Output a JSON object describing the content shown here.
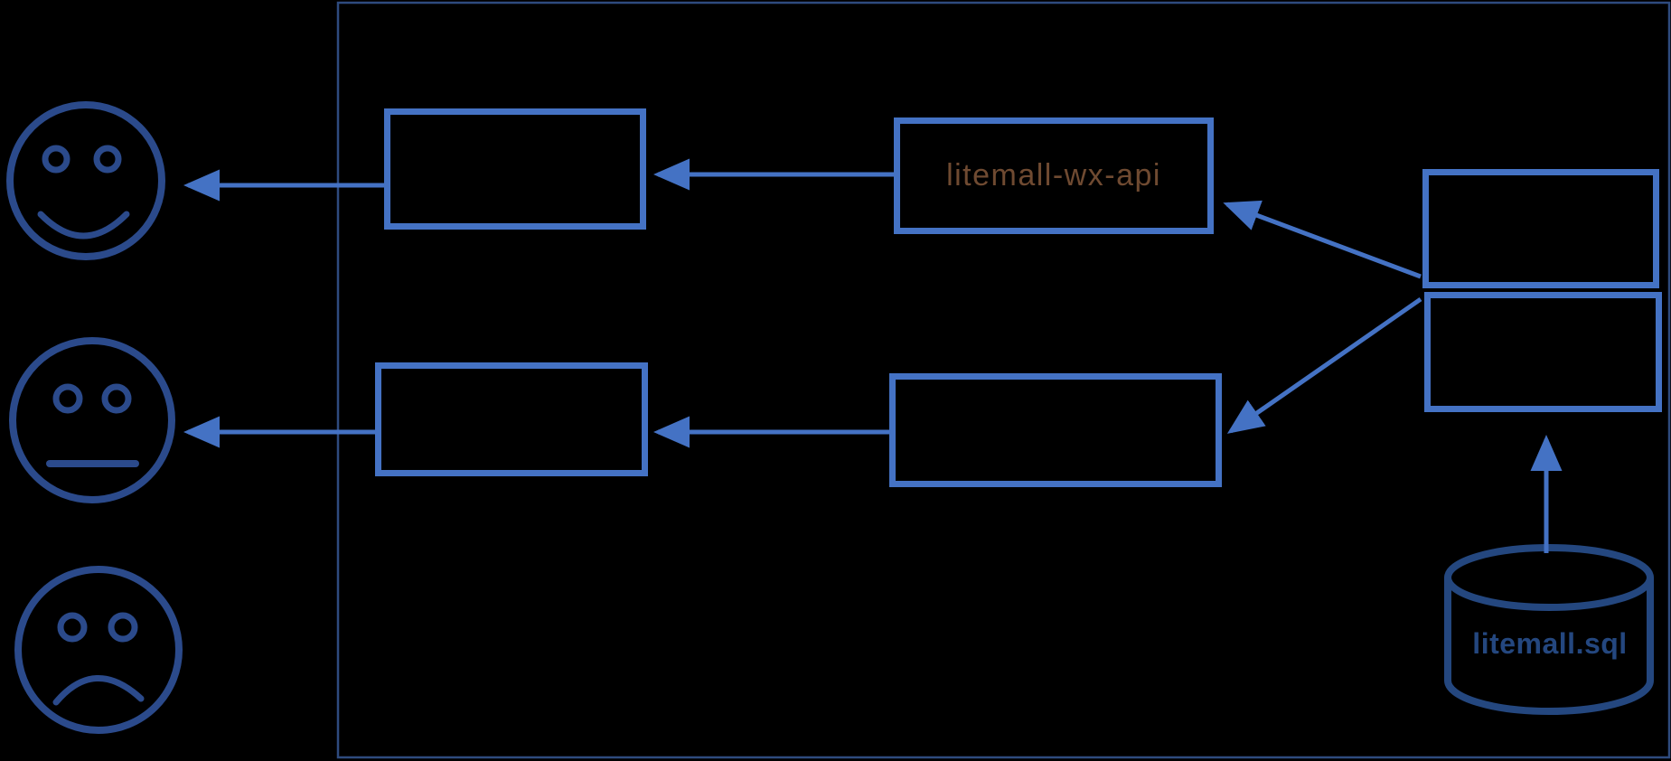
{
  "diagram": {
    "background_color": "#000000",
    "frame_color": "#2E4B7E",
    "box_border_color": "#4472C4",
    "arrow_color": "#4472C4",
    "face_color": "#2B4A8B",
    "database_color": "#24477F",
    "wx_api_text_color": "#6F4A31"
  },
  "faces": [
    {
      "id": "happy-face",
      "expression": "happy"
    },
    {
      "id": "neutral-face",
      "expression": "neutral"
    },
    {
      "id": "sad-face",
      "expression": "sad"
    }
  ],
  "boxes": {
    "top_left": {
      "label": ""
    },
    "wx_api": {
      "label": "litemall-wx-api"
    },
    "middle_left": {
      "label": ""
    },
    "bottom_middle": {
      "label": ""
    },
    "right_top": {
      "label": ""
    },
    "right_bottom": {
      "label": ""
    }
  },
  "database": {
    "label": "litemall.sql"
  }
}
